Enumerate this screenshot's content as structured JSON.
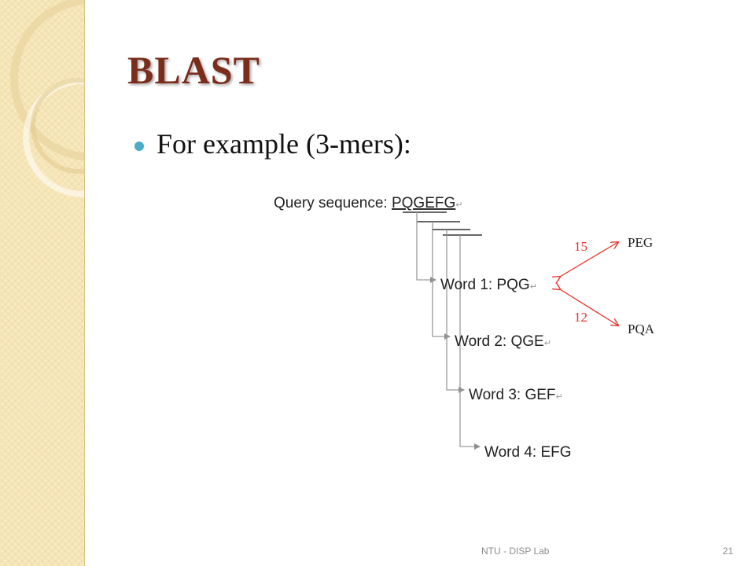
{
  "slide": {
    "title": "BLAST",
    "bullet": "For example (3-mers):"
  },
  "diagram": {
    "query_label": "Query sequence: ",
    "query_sequence": "PQGEFG",
    "words": [
      {
        "label": "Word 1: PQG"
      },
      {
        "label": "Word 2: QGE"
      },
      {
        "label": "Word 3: GEF"
      },
      {
        "label": "Word 4: EFG"
      }
    ],
    "neighbors": [
      {
        "word": "PEG",
        "score": "15"
      },
      {
        "word": "PQA",
        "score": "12"
      }
    ],
    "return_mark": "↵"
  },
  "colors": {
    "title": "#7b2d1c",
    "bullet": "#4bacc6",
    "arrow": "#e8332a",
    "sidebar": "#f7e8bd"
  },
  "footer": {
    "center": "NTU - DISP Lab",
    "page": "21"
  }
}
